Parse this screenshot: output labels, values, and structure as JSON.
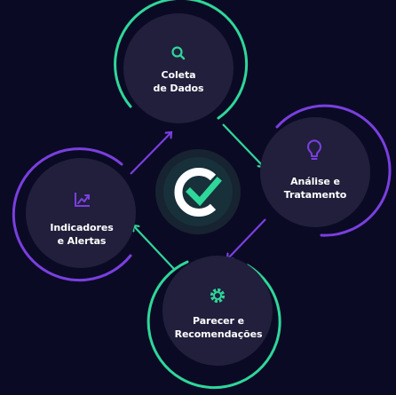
{
  "diagram": {
    "colors": {
      "background": "#0b0a24",
      "node_fill": "#211f3c",
      "green": "#2fd79a",
      "purple": "#7a3fe0",
      "center_outer": "#1a2533",
      "center_inner": "#16303a"
    },
    "nodes": [
      {
        "id": "coleta",
        "line1": "Coleta",
        "line2": "de Dados",
        "icon": "search-icon",
        "ring_color": "green"
      },
      {
        "id": "analise",
        "line1": "Análise e",
        "line2": "Tratamento",
        "icon": "lightbulb-icon",
        "ring_color": "purple"
      },
      {
        "id": "parecer",
        "line1": "Parecer e",
        "line2": "Recomendações",
        "icon": "gear-icon",
        "ring_color": "green"
      },
      {
        "id": "indicadores",
        "line1": "Indicadores",
        "line2": "e Alertas",
        "icon": "chart-trend-icon",
        "ring_color": "purple"
      }
    ],
    "center": {
      "icon": "logo-check-icon"
    },
    "flow": [
      "coleta",
      "analise",
      "parecer",
      "indicadores",
      "coleta"
    ]
  }
}
